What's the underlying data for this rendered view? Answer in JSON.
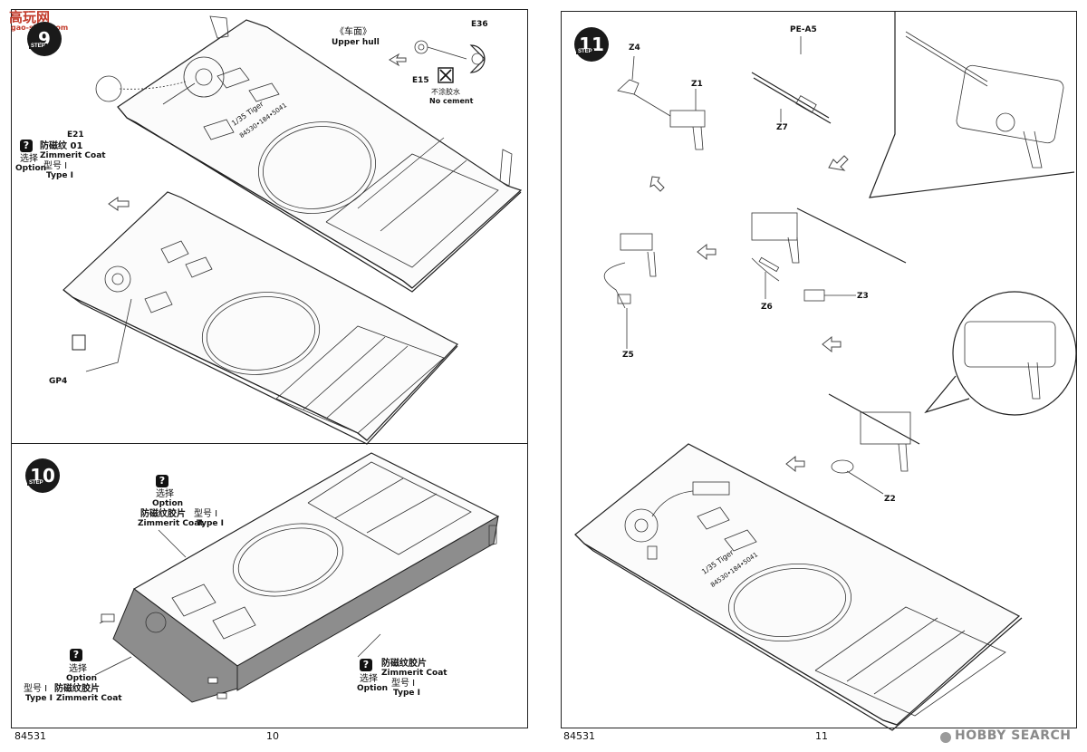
{
  "watermark": {
    "text": "高玩网",
    "subtext": "gao-shou.com"
  },
  "left_page": {
    "page_number": "10",
    "kit_number": "84531",
    "step9": {
      "number": "9",
      "step_word": "STEP",
      "labels": {
        "upper_hull_cn": "《车面》",
        "upper_hull_en": "Upper hull",
        "e36": "E36",
        "e15": "E15",
        "no_cement_cn": "不涂胶水",
        "no_cement_en": "No cement",
        "e21": "E21",
        "gp4": "GP4",
        "option_cn": "选择",
        "option_en": "Option",
        "zimmerit_cn": "防磁纹 01",
        "zimmerit_en": "Zimmerit Coat",
        "type_cn": "型号 Ⅰ",
        "type_en": "Type Ⅰ",
        "hull_text_1": "1/35 Tiger",
        "hull_text_2": "84530•184•5041"
      }
    },
    "step10": {
      "number": "10",
      "step_word": "STEP",
      "callout_top": {
        "option_cn": "选择",
        "option_en": "Option",
        "zimmerit_cn": "防磁纹胶片",
        "zimmerit_en": "Zimmerit Coat",
        "type_cn": "型号 Ⅰ",
        "type_en": "Type Ⅰ"
      },
      "callout_left": {
        "option_cn": "选择",
        "option_en": "Option",
        "type_cn": "型号 Ⅰ",
        "zimmerit_cn": "防磁纹胶片",
        "type_en": "Type Ⅰ",
        "zimmerit_en": "Zimmerit Coat"
      },
      "callout_right": {
        "option_cn": "选择",
        "option_en": "Option",
        "zimmerit_cn": "防磁纹胶片",
        "zimmerit_en": "Zimmerit Coat",
        "type_cn": "型号 Ⅰ",
        "type_en": "Type Ⅰ"
      }
    }
  },
  "right_page": {
    "page_number": "11",
    "kit_number": "84531",
    "step11": {
      "number": "11",
      "step_word": "STEP",
      "parts": {
        "z4": "Z4",
        "z1": "Z1",
        "pe_a5": "PE-A5",
        "z7": "Z7",
        "z3": "Z3",
        "z6": "Z6",
        "z5": "Z5",
        "z2": "Z2"
      },
      "hull_text_1": "1/35 Tiger",
      "hull_text_2": "84530•184•5041"
    }
  },
  "footer": {
    "brand": "HOBBY SEARCH"
  }
}
